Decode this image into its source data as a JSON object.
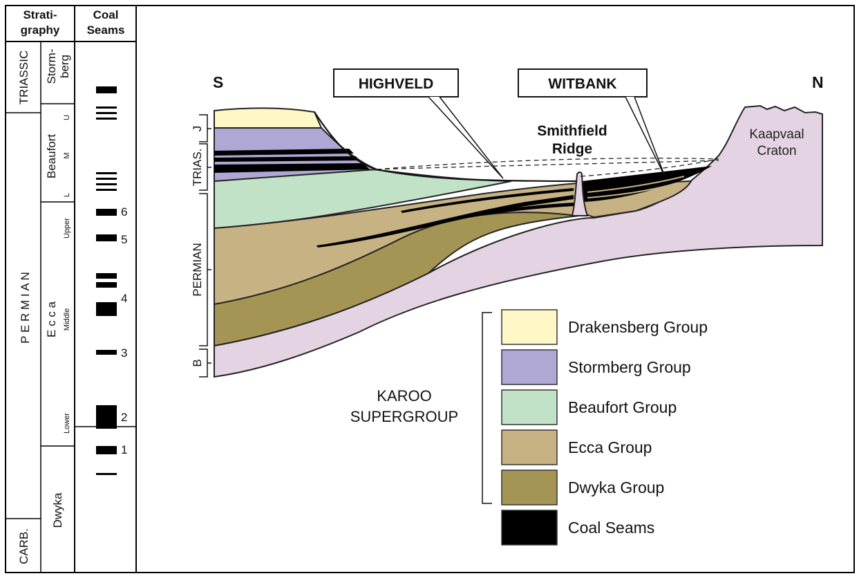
{
  "column_headers": {
    "stratigraphy": [
      "Strati-",
      "graphy"
    ],
    "coal_seams": [
      "Coal",
      "Seams"
    ]
  },
  "periods": {
    "triassic": "TRIASSIC",
    "permian": "P E R M I A N",
    "carb": "CARB."
  },
  "units": {
    "stormberg": [
      "Storm-",
      "berg"
    ],
    "beaufort": "Beaufort",
    "beaufort_sub": [
      "U",
      "M",
      "L"
    ],
    "ecca": "E c c a",
    "ecca_sub": [
      "Upper",
      "Middle",
      "Lower"
    ],
    "dwyka": "Dwyka"
  },
  "seam_numbers": [
    "1",
    "2",
    "3",
    "4",
    "5",
    "6"
  ],
  "section": {
    "south": "S",
    "north": "N",
    "highveld": "HIGHVELD",
    "witbank": "WITBANK",
    "smithfield": [
      "Smithfield",
      "Ridge"
    ],
    "kaapvaal": [
      "Kaapvaal",
      "Craton"
    ],
    "bracket_labels": {
      "j": "J",
      "trias": "TRIAS.",
      "permian": "PERMIAN",
      "b": "B"
    }
  },
  "karoo": [
    "KAROO",
    "SUPERGROUP"
  ],
  "legend": [
    {
      "label": "Drakensberg Group",
      "color": "#fff8c6"
    },
    {
      "label": "Stormberg Group",
      "color": "#b0a8d4"
    },
    {
      "label": "Beaufort Group",
      "color": "#c2e2c8"
    },
    {
      "label": "Ecca Group",
      "color": "#c6b283"
    },
    {
      "label": "Dwyka Group",
      "color": "#a49554"
    },
    {
      "label": "Coal Seams",
      "color": "#000000"
    }
  ],
  "colors": {
    "craton": "#e4d3e3",
    "coal": "#000000"
  }
}
